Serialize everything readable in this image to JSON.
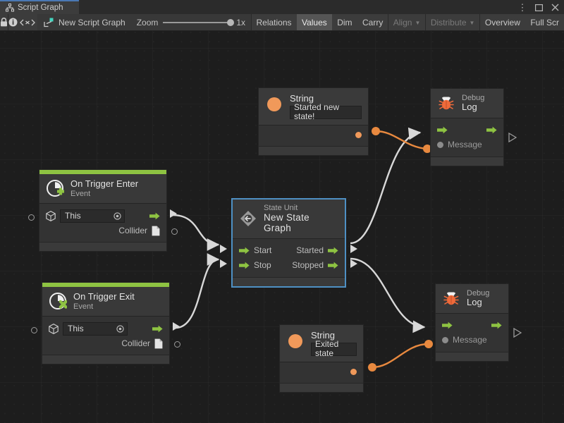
{
  "window": {
    "tab_label": "Script Graph",
    "tab_icon": "script-graph-icon",
    "buttons": [
      {
        "name": "more-options",
        "glyph": "⋮"
      },
      {
        "name": "maximize",
        "glyph": "❐"
      },
      {
        "name": "close",
        "glyph": "✕"
      }
    ]
  },
  "toolbar": {
    "lock_icon": "lock-icon",
    "info_icon": "info-icon",
    "code_icon": "code-brackets-icon",
    "graph_icon": "graph-node-icon",
    "graph_name": "New Script Graph",
    "zoom_label": "Zoom",
    "zoom_value": "1x",
    "buttons": [
      {
        "name": "relations",
        "label": "Relations",
        "state": "normal"
      },
      {
        "name": "values",
        "label": "Values",
        "state": "active"
      },
      {
        "name": "dim",
        "label": "Dim",
        "state": "normal"
      },
      {
        "name": "carry",
        "label": "Carry",
        "state": "normal"
      },
      {
        "name": "align",
        "label": "Align",
        "state": "disabled",
        "caret": true
      },
      {
        "name": "distribute",
        "label": "Distribute",
        "state": "disabled",
        "caret": true
      },
      {
        "name": "overview",
        "label": "Overview",
        "state": "normal"
      },
      {
        "name": "full-screen",
        "label": "Full Scr",
        "state": "normal"
      }
    ]
  },
  "colors": {
    "accent_event": "#8ec342",
    "flow_green": "#8ec342",
    "data_orange": "#e8893f",
    "string_orange": "#f0995a",
    "selection_blue": "#4e90c4",
    "wire_white": "#d8d8d8",
    "canvas_bg": "#1d1d1d"
  },
  "nodes": {
    "string_top": {
      "title": "String",
      "value": "Started new state!",
      "icon": "string-circle-icon"
    },
    "string_bottom": {
      "title": "String",
      "value": "Exited state",
      "icon": "string-circle-icon"
    },
    "debug_log_top": {
      "subtitle": "Debug",
      "title": "Log",
      "icon": "bug-icon",
      "input_port": "",
      "message_label": "Message"
    },
    "debug_log_bottom": {
      "subtitle": "Debug",
      "title": "Log",
      "icon": "bug-icon",
      "input_port": "",
      "message_label": "Message"
    },
    "on_trigger_enter": {
      "title": "On Trigger Enter",
      "subtitle": "Event",
      "icon": "trigger-enter-icon",
      "target_value": "This",
      "collider_label": "Collider"
    },
    "on_trigger_exit": {
      "title": "On Trigger Exit",
      "subtitle": "Event",
      "icon": "trigger-exit-icon",
      "target_value": "This",
      "collider_label": "Collider"
    },
    "state_unit": {
      "subtitle": "State Unit",
      "title": "New  State  Graph",
      "icon": "state-unit-icon",
      "selected": true,
      "inputs": [
        "Start",
        "Stop"
      ],
      "outputs": [
        "Started",
        "Stopped"
      ],
      "in_start": "Start",
      "in_stop": "Stop",
      "out_started": "Started",
      "out_stopped": "Stopped"
    }
  }
}
